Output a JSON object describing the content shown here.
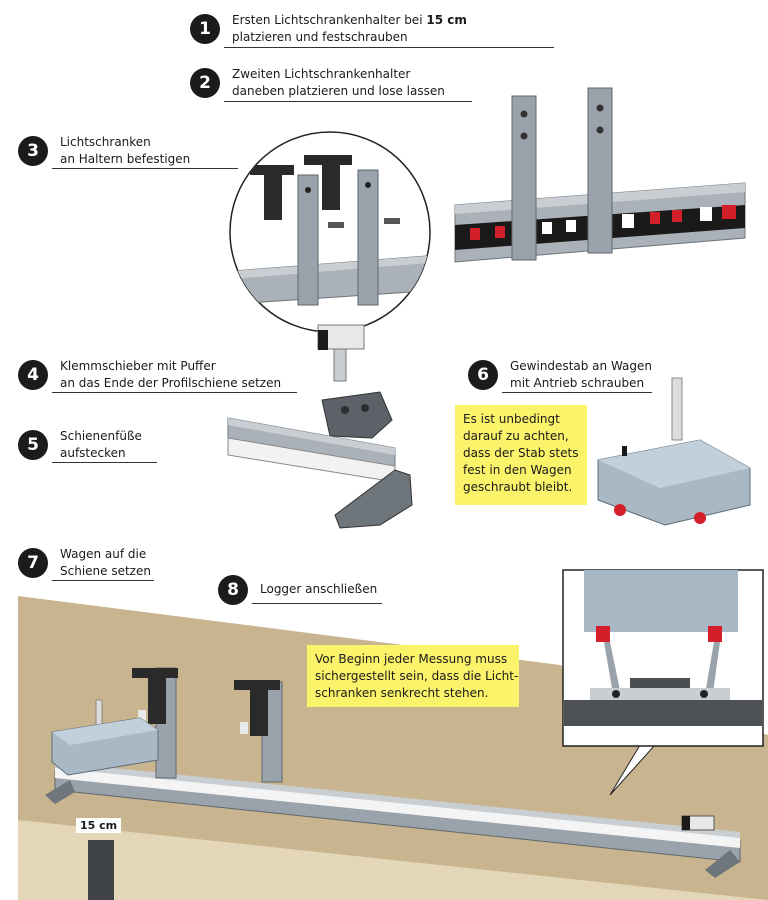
{
  "steps": [
    {
      "number": "1",
      "lines": [
        "Ersten Lichtschrankenhalter bei ",
        "platzieren und festschrauben"
      ],
      "bold": "15 cm"
    },
    {
      "number": "2",
      "lines": [
        "Zweiten Lichtschrankenhalter",
        "daneben platzieren und lose lassen"
      ]
    },
    {
      "number": "3",
      "lines": [
        "Lichtschranken",
        "an Haltern befestigen"
      ]
    },
    {
      "number": "4",
      "lines": [
        "Klemmschieber mit Puffer",
        "an das Ende der Profilschiene setzen"
      ]
    },
    {
      "number": "5",
      "lines": [
        "Schienenfüße",
        "aufstecken"
      ]
    },
    {
      "number": "6",
      "lines": [
        "Gewindestab an Wagen",
        "mit Antrieb schrauben"
      ]
    },
    {
      "number": "7",
      "lines": [
        "Wagen auf die",
        "Schiene setzen"
      ]
    },
    {
      "number": "8",
      "lines": [
        "Logger anschließen"
      ]
    }
  ],
  "notes": {
    "rod": [
      "Es ist unbedingt",
      "darauf zu achten,",
      "dass der Stab stets",
      "fest in den Wagen",
      "geschraubt bleibt."
    ],
    "measure": [
      "Vor Beginn jeder Messung muss",
      "sichergestellt sein, dass die Licht-",
      "schranken senkrecht stehen."
    ]
  },
  "dimension_label": "15 cm",
  "colors": {
    "badge": "#1b1b1b",
    "note": "#fbf36a",
    "rail": "#9aa3ab",
    "table": "#c8b48e",
    "cart": "#a8b8c4",
    "sensor": "#2a2a2a",
    "red": "#d21f2a"
  }
}
